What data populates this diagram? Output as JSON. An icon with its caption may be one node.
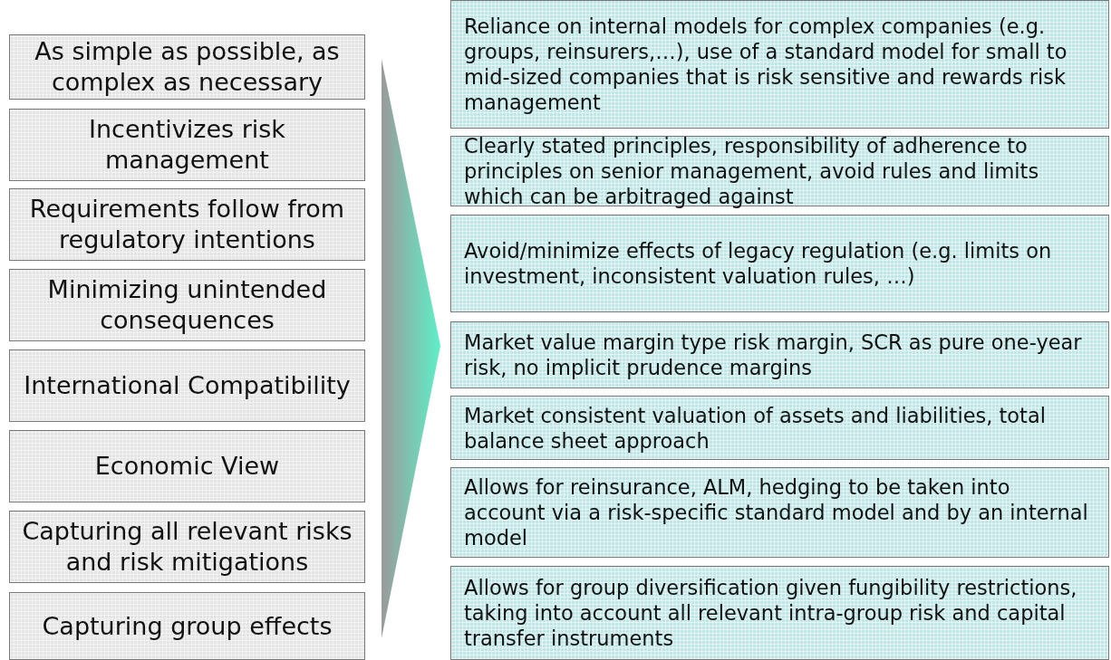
{
  "diagram": {
    "nodes": [
      {
        "text": [
          "As simple as possible, as complex as necessary"
        ]
      },
      {
        "text": [
          "Incentivizes risk management"
        ]
      },
      {
        "text": [
          "Requirements follow from regulatory intentions"
        ]
      },
      {
        "text": [
          "Minimizing unintended consequences"
        ]
      },
      {
        "text": [
          "International Compatibility"
        ]
      },
      {
        "text": [
          "Economic View"
        ]
      },
      {
        "text": [
          "Capturing all relevant risks and risk mitigations"
        ]
      },
      {
        "text": [
          "Capturing group effects"
        ]
      },
      {
        "text": [
          "Reliance on internal models for complex companies (e.g. groups, reinsurers,…), use of a standard model for small to mid-sized companies that is risk sensitive and rewards risk management"
        ]
      },
      {
        "text": [
          "Clearly stated principles, responsibility of adherence to principles on senior management, avoid rules and limits which can be arbitraged against"
        ]
      },
      {
        "text": [
          "Avoid/minimize effects of legacy regulation (e.g. limits on investment, inconsistent valuation rules, …)"
        ]
      },
      {
        "text": [
          "Market value margin type risk margin, SCR as pure one-year risk, no implicit prudence margins"
        ]
      },
      {
        "text": [
          "Market consistent valuation of assets and liabilities, total balance sheet approach"
        ]
      },
      {
        "text": [
          "Allows for reinsurance, ALM, hedging to be taken into account via a risk-specific standard model and by an internal model"
        ]
      },
      {
        "text": [
          "Allows for group diversification given fungibility restrictions, taking into account all relevant intra-group risk and capital transfer instruments"
        ]
      }
    ]
  }
}
